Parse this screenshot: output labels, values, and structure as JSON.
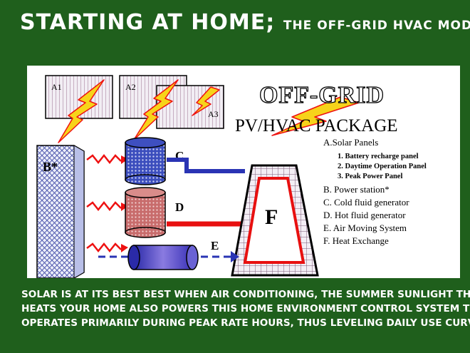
{
  "title": {
    "main": "STARTING AT HOME;",
    "sub": "THE OFF-GRID HVAC MODEL"
  },
  "diagram": {
    "panels": [
      "A1",
      "A2",
      "A3"
    ],
    "nodes": {
      "b": "B*",
      "c": "C",
      "d": "D",
      "e": "E",
      "f": "F"
    },
    "package_title": {
      "line1": "OFF-GRID",
      "line2": "PV/HVAC PACKAGE"
    },
    "legend_header": "A.Solar Panels",
    "legend_sub": [
      "1.  Battery recharge panel",
      "2.  Daytime Operation Panel",
      "3.  Peak Power Panel"
    ],
    "legend": [
      "B.  Power station*",
      "C.  Cold fluid generator",
      "D.  Hot fluid generator",
      "E.   Air Moving System",
      "F.   Heat Exchange"
    ]
  },
  "caption": [
    "SOLAR IS AT ITS BEST BEST WHEN AIR CONDITIONING, THE SUMMER SUNLIGHT THAT",
    "HEATS YOUR HOME ALSO POWERS THIS HOME ENVIRONMENT CONTROL SYSTEM THAT",
    "OPERATES PRIMARILY DURING PEAK RATE HOURS, THUS LEVELING DAILY USE CURVE."
  ],
  "colors": {
    "background": "#1f5f1c",
    "cold_unit": "#3b4dbd",
    "hot_unit": "#d07a78",
    "lightning": "#f7d31a",
    "pipe_red": "#e81010",
    "exchanger": "#8a90d6"
  }
}
